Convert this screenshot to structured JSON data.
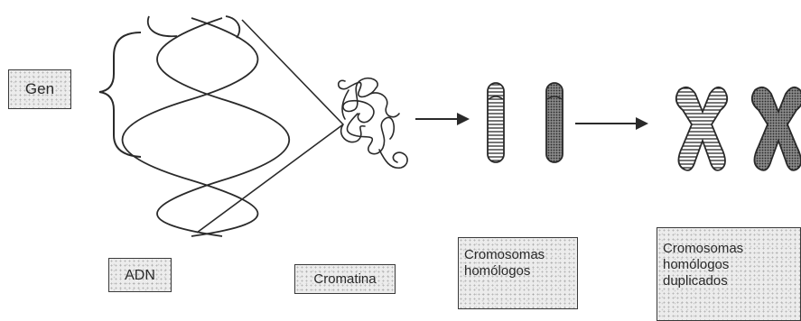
{
  "labels": {
    "gen": "Gen",
    "adn": "ADN",
    "cromatina": "Cromatina",
    "cromosomas_homologos": [
      "Cromosomas",
      "homólogos"
    ],
    "cromosomas_duplicados": [
      "Cromosomas",
      "homólogos",
      "duplicados"
    ]
  },
  "colors": {
    "stroke": "#2a2a2a",
    "box_border": "#3a3a3a",
    "box_fill": "#ececec"
  }
}
